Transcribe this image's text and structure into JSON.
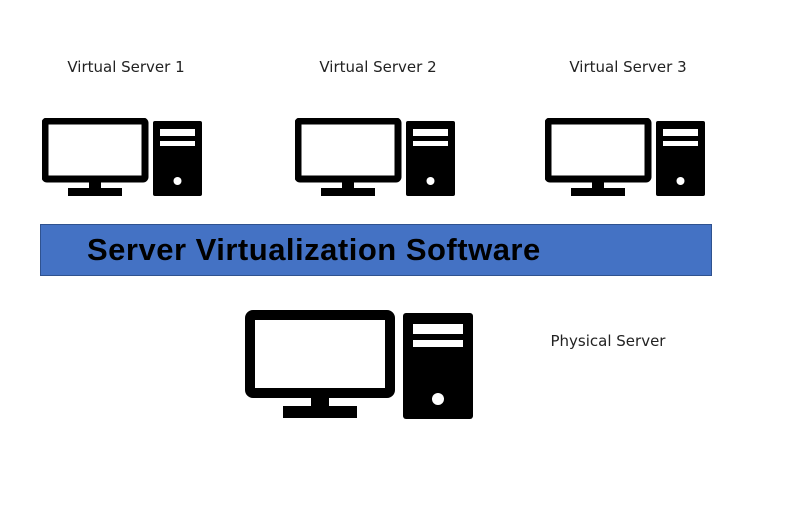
{
  "virtual_servers": [
    {
      "label": "Virtual Server 1",
      "icon": "desktop-computer-icon"
    },
    {
      "label": "Virtual Server 2",
      "icon": "desktop-computer-icon"
    },
    {
      "label": "Virtual Server 3",
      "icon": "desktop-computer-icon"
    }
  ],
  "virtualization_layer": {
    "label": "Server Virtualization Software",
    "color": "#4472c4"
  },
  "physical_server": {
    "label": "Physical Server",
    "icon": "desktop-computer-icon"
  }
}
